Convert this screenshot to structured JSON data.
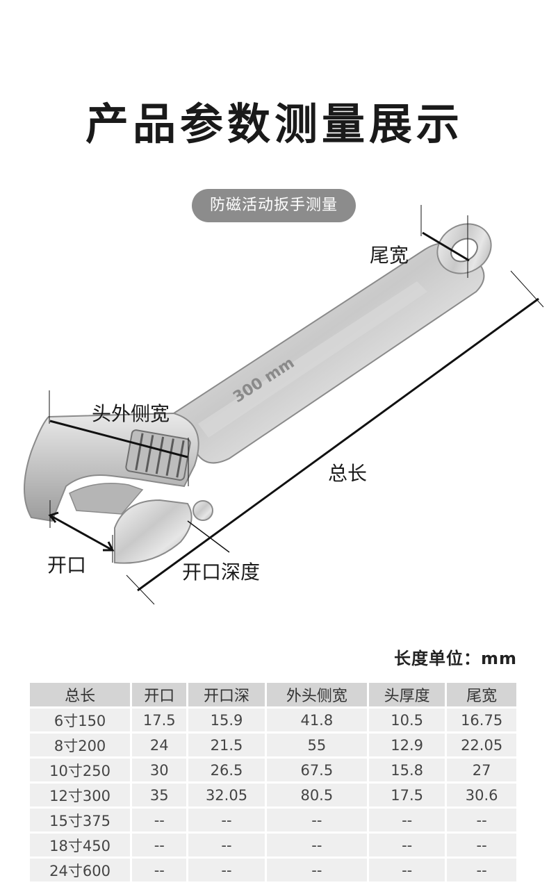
{
  "page": {
    "title": "产品参数测量展示",
    "subtitle_pill": "防磁活动扳手测量",
    "unit_label": "长度单位：mm"
  },
  "figure": {
    "wrench_marking": "300 mm",
    "labels": {
      "tail_width": "尾宽",
      "head_outer_width": "头外侧宽",
      "total_length": "总长",
      "opening": "开口",
      "opening_depth": "开口深度"
    }
  },
  "table": {
    "headers": [
      "总长",
      "开口",
      "开口深",
      "外头侧宽",
      "头厚度",
      "尾宽"
    ],
    "rows": [
      [
        "6寸150",
        "17.5",
        "15.9",
        "41.8",
        "10.5",
        "16.75"
      ],
      [
        "8寸200",
        "24",
        "21.5",
        "55",
        "12.9",
        "22.05"
      ],
      [
        "10寸250",
        "30",
        "26.5",
        "67.5",
        "15.8",
        "27"
      ],
      [
        "12寸300",
        "35",
        "32.05",
        "80.5",
        "17.5",
        "30.6"
      ],
      [
        "15寸375",
        "--",
        "--",
        "--",
        "--",
        "--"
      ],
      [
        "18寸450",
        "--",
        "--",
        "--",
        "--",
        "--"
      ],
      [
        "24寸600",
        "--",
        "--",
        "--",
        "--",
        "--"
      ]
    ]
  },
  "colors": {
    "pill_bg": "#8c8c8c",
    "header_bg": "#d4d4d4",
    "cell_bg": "#efefef"
  }
}
